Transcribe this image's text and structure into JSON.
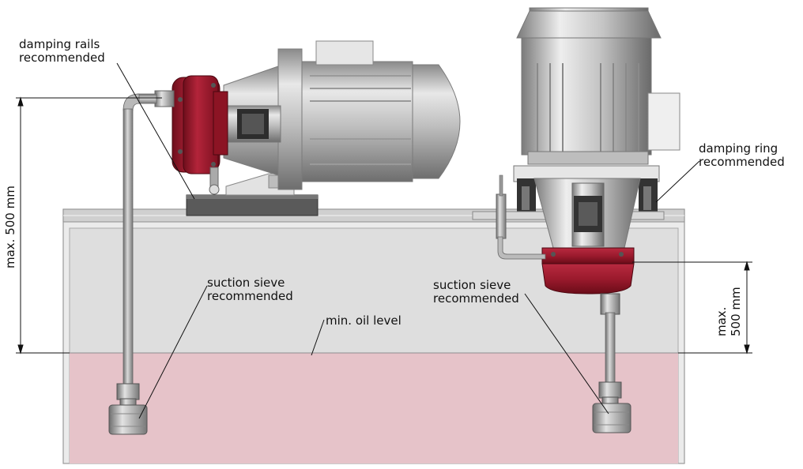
{
  "labels": {
    "damping_rails": [
      "damping rails",
      "recommended"
    ],
    "damping_ring": [
      "damping ring",
      "recommended"
    ],
    "suction_sieve_left": [
      "suction sieve",
      "recommended"
    ],
    "suction_sieve_right": [
      "suction sieve",
      "recommended"
    ],
    "min_oil_level": "min. oil level",
    "dim_left": "max. 500 mm",
    "dim_right": [
      "max.",
      "500 mm"
    ]
  },
  "colors": {
    "oil": "#e6c3c9",
    "tank": "#dedede",
    "pump": "#9e1628",
    "motor": "#c9c9c9",
    "steel": "#a9a9a9"
  }
}
